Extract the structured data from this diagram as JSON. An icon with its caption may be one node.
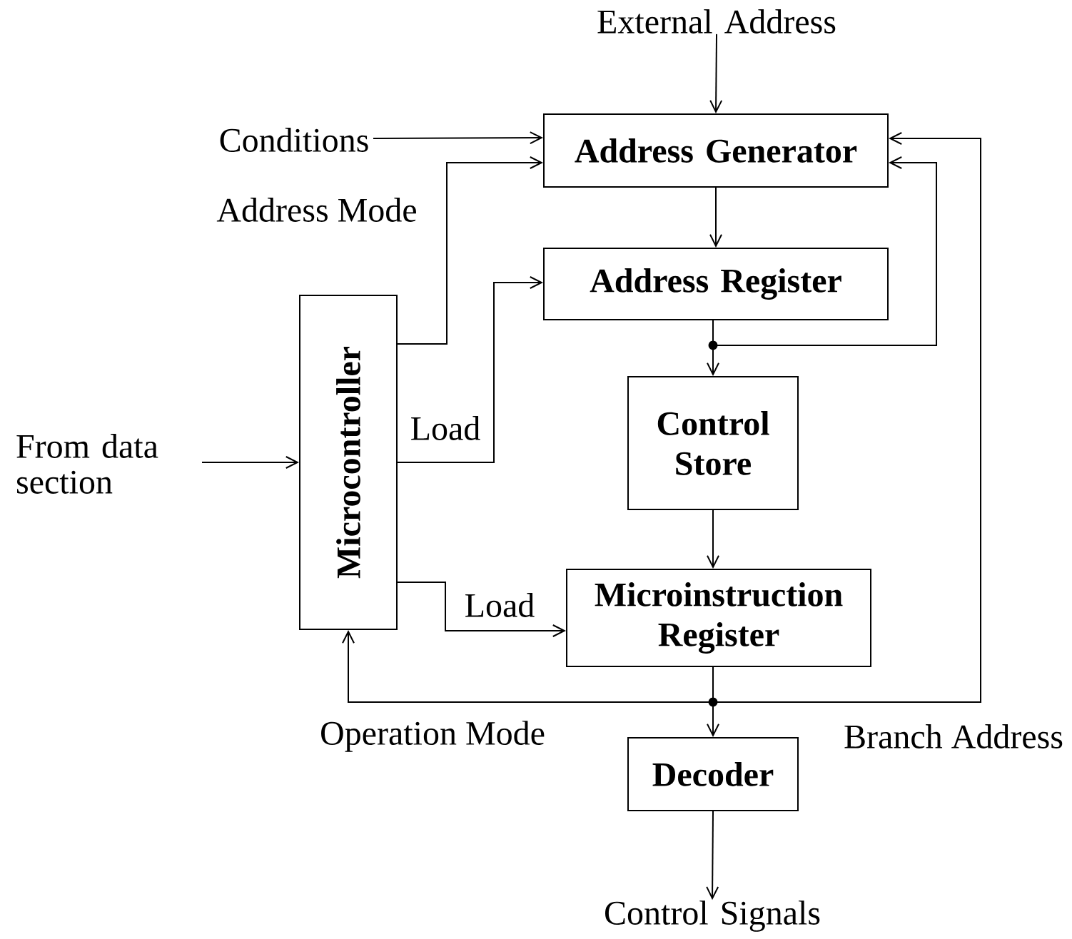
{
  "diagram": {
    "nodes": [
      {
        "text": [
          "External Address"
        ]
      },
      {
        "text": [
          "Conditions"
        ]
      },
      {
        "text": [
          "Address Generator"
        ]
      },
      {
        "text": [
          "Address Register"
        ]
      },
      {
        "text": [
          "Microcontroller"
        ]
      },
      {
        "text": [
          "From data section"
        ]
      },
      {
        "text": [
          "Control Store"
        ]
      },
      {
        "text": [
          "Microinstruction Register"
        ]
      },
      {
        "text": [
          "Decoder"
        ]
      },
      {
        "text": [
          "Control Signals"
        ]
      }
    ],
    "edges": [
      {
        "from": 0,
        "to": 2,
        "arrow": "to"
      },
      {
        "from": 1,
        "to": 2,
        "arrow": "to"
      },
      {
        "from": 4,
        "to": 2,
        "arrow": "to",
        "label": "Address Mode"
      },
      {
        "from": 2,
        "to": 3,
        "arrow": "to"
      },
      {
        "from": 4,
        "to": 3,
        "arrow": "to",
        "label": "Load"
      },
      {
        "from": 3,
        "to": 6,
        "arrow": "to"
      },
      {
        "from": 3,
        "to": 2,
        "arrow": "to"
      },
      {
        "from": 5,
        "to": 4,
        "arrow": "to"
      },
      {
        "from": 6,
        "to": 7,
        "arrow": "to"
      },
      {
        "from": 4,
        "to": 7,
        "arrow": "to",
        "label": "Load"
      },
      {
        "from": 7,
        "to": 8,
        "arrow": "to"
      },
      {
        "from": 7,
        "to": 4,
        "arrow": "to",
        "label": "Operation Mode"
      },
      {
        "from": 7,
        "to": 2,
        "arrow": "to",
        "label": "Branch Address"
      },
      {
        "from": 8,
        "to": 9,
        "arrow": "to"
      }
    ]
  }
}
